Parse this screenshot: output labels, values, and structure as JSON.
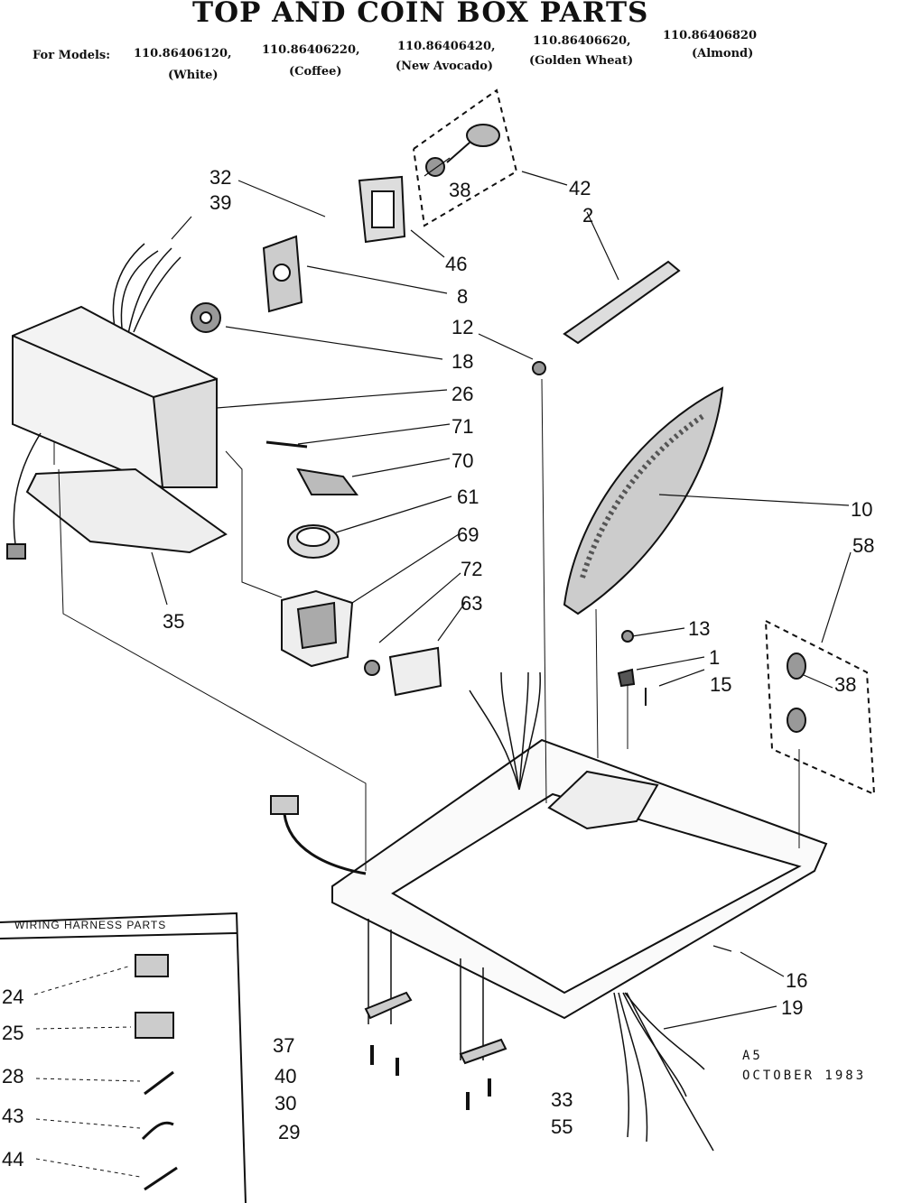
{
  "title": "TOP AND COIN BOX PARTS",
  "models_prefix": "For Models:",
  "models": [
    {
      "number": "110.86406120,",
      "color": "(White)"
    },
    {
      "number": "110.86406220,",
      "color": "(Coffee)"
    },
    {
      "number": "110.86406420,",
      "color": "(New Avocado)"
    },
    {
      "number": "110.86406620,",
      "color": "(Golden Wheat)"
    },
    {
      "number": "110.86406820",
      "color": "(Almond)"
    }
  ],
  "wiring_harness_title": "WIRING HARNESS PARTS",
  "note_line1": "A5",
  "note_line2": "OCTOBER 1983",
  "labels": {
    "l32": "32",
    "l39": "39",
    "l38a": "38",
    "l42": "42",
    "l2": "2",
    "l46": "46",
    "l8": "8",
    "l12": "12",
    "l18": "18",
    "l26": "26",
    "l71": "71",
    "l70": "70",
    "l10": "10",
    "l61": "61",
    "l69": "69",
    "l58": "58",
    "l72": "72",
    "l63": "63",
    "l35": "35",
    "l13": "13",
    "l1": "1",
    "l15": "15",
    "l38b": "38",
    "l16": "16",
    "l19": "19",
    "l37": "37",
    "l40": "40",
    "l30": "30",
    "l29": "29",
    "l33": "33",
    "l55": "55",
    "l24": "24",
    "l25": "25",
    "l28": "28",
    "l43": "43",
    "l44": "44"
  }
}
